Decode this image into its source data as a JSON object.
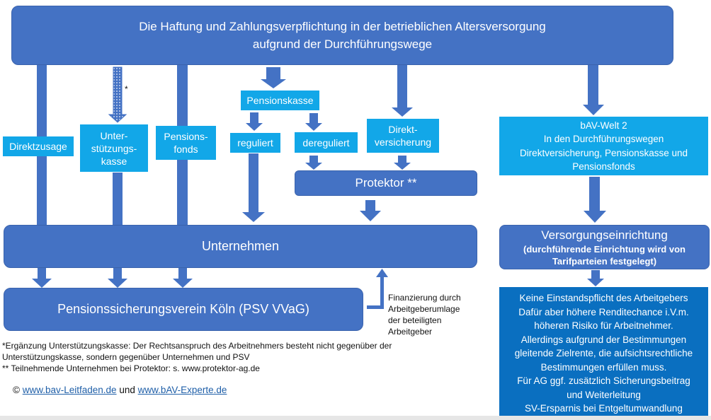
{
  "title": {
    "line1": "Die Haftung und Zahlungsverpflichtung in der betrieblichen Altersversorgung",
    "line2": "aufgrund der Durchführungswege"
  },
  "boxes": {
    "direktzusage": "Direktzusage",
    "unterstuetzungskasse": [
      "Unter-",
      "stützungs-",
      "kasse"
    ],
    "unterstuetzungskasse_mark": "*",
    "pensionsfonds": [
      "Pensions-",
      "fonds"
    ],
    "pensionskasse": "Pensionskasse",
    "reguliert": "reguliert",
    "dereguliert": "dereguliert",
    "direktversicherung": [
      "Direkt-",
      "versicherung"
    ],
    "protektor": "Protektor **",
    "unternehmen": "Unternehmen",
    "psv": "Pensionssicherungsverein Köln (PSV VVaG)",
    "finanzierung": [
      "Finanzierung durch",
      "Arbeitgeberumlage",
      "der beteiligten",
      "Arbeitgeber"
    ]
  },
  "right": {
    "bav_welt": [
      "bAV-Welt 2",
      "In den Durchführungswegen",
      "Direktversicherung, Pensionskasse und",
      "Pensionsfonds"
    ],
    "versorgung_title": "Versorgungseinrichtung",
    "versorgung_sub": [
      "(durchführende Einrichtung wird von",
      "Tarifparteien festgelegt)"
    ],
    "info": [
      "Keine Einstandspflicht des Arbeitgebers",
      "Dafür aber höhere Renditechance i.V.m.",
      "höheren Risiko für Arbeitnehmer.",
      "Allerdings aufgrund der Bestimmungen",
      "gleitende Zielrente, die aufsichtsrechtliche",
      "Bestimmungen erfüllen muss.",
      "Für AG ggf. zusätzlich Sicherungsbeitrag",
      "und Weiterleitung",
      "SV-Ersparnis bei Entgeltumwandlung"
    ]
  },
  "footnotes": [
    "*Ergänzung Unterstützungskasse: Der Rechtsanspruch des Arbeitnehmers besteht nicht gegenüber der",
    "Unterstützungskasse, sondern gegenüber Unternehmen und PSV",
    "** Teilnehmende Unternehmen bei Protektor: s. www.protektor-ag.de"
  ],
  "copyright": {
    "symbol": "©",
    "link1": "www.bav-Leitfaden.de",
    "and": "und",
    "link2": "www.bAV-Experte.de"
  },
  "colors": {
    "main": "#4472C4",
    "light": "#12A7E8",
    "dark": "#0A6FC0"
  }
}
